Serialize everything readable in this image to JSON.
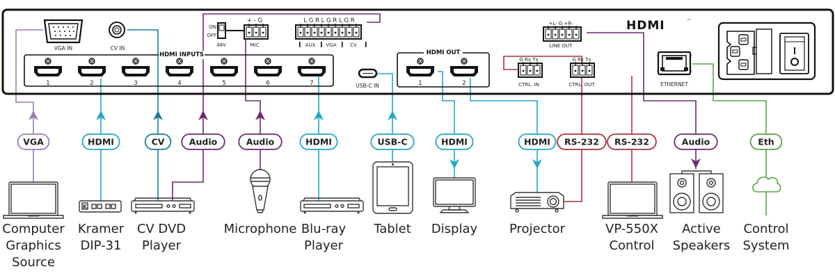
{
  "colors": {
    "vga": "#9a7cb8",
    "hdmi": "#23a6c9",
    "cv": "#1d7c98",
    "audio": "#6b2a6e",
    "rs232": "#a8323a",
    "eth": "#5aa443",
    "outline": "#222222"
  },
  "panel": {
    "vga_in": "VGA IN",
    "cv_in": "CV IN",
    "hdmi_inputs_title": "HDMI INPUTS",
    "hdmi_inputs": [
      "1",
      "2",
      "3",
      "4",
      "5",
      "6",
      "7"
    ],
    "switch_on": "ON",
    "switch_off": "OFF",
    "phantom_48v": "48V",
    "mic_pins": "+  -  G",
    "mic": "MIC",
    "audio_pins": "L G R  L G R  L G R",
    "aux": "AUX",
    "vga": "VGA",
    "cv": "CV",
    "usbc_in": "USB-C IN",
    "hdmi_out_title": "HDMI OUT",
    "hdmi_outputs": [
      "1",
      "2"
    ],
    "line_out_pins": "+L-  G  +R-",
    "line_out": "LINE OUT",
    "ctrl_pins": "G Rx Tx",
    "ctrl_in": "CTRL. IN",
    "ctrl_out": "CTRL. OUT",
    "hdmi_logo": "HDMI",
    "hdmi_tm": "™",
    "ethernet": "ETHERNET"
  },
  "connections": [
    {
      "pill": "VGA",
      "type": "vga",
      "direction": "in",
      "device": [
        "Computer",
        "Graphics",
        "Source"
      ]
    },
    {
      "pill": "HDMI",
      "type": "hdmi",
      "direction": "in",
      "device": [
        "Kramer",
        "DIP-31"
      ]
    },
    {
      "pill": "CV",
      "type": "cv",
      "direction": "in",
      "device": [
        "CV DVD",
        "Player"
      ]
    },
    {
      "pill": "Audio",
      "type": "audio",
      "direction": "in",
      "device": []
    },
    {
      "pill": "Audio",
      "type": "audio",
      "direction": "in",
      "device": [
        "Microphone"
      ]
    },
    {
      "pill": "HDMI",
      "type": "hdmi",
      "direction": "in",
      "device": [
        "Blu-ray",
        "Player"
      ]
    },
    {
      "pill": "USB-C",
      "type": "hdmi",
      "direction": "in",
      "device": [
        "Tablet"
      ]
    },
    {
      "pill": "HDMI",
      "type": "hdmi",
      "direction": "out",
      "device": [
        "Display"
      ]
    },
    {
      "pill": "HDMI",
      "type": "hdmi",
      "direction": "out",
      "device": [
        "Projector"
      ]
    },
    {
      "pill": "RS-232",
      "type": "rs232",
      "direction": "bidirectional",
      "device": []
    },
    {
      "pill": "RS-232",
      "type": "rs232",
      "direction": "bidirectional",
      "device": [
        "VP-550X",
        "Control"
      ]
    },
    {
      "pill": "Audio",
      "type": "audio",
      "direction": "out",
      "device": [
        "Active",
        "Speakers"
      ]
    },
    {
      "pill": "Eth",
      "type": "eth",
      "direction": "bidirectional",
      "device": [
        "Control",
        "System"
      ]
    }
  ],
  "device_icons": {
    "kramer_logo": "K"
  }
}
